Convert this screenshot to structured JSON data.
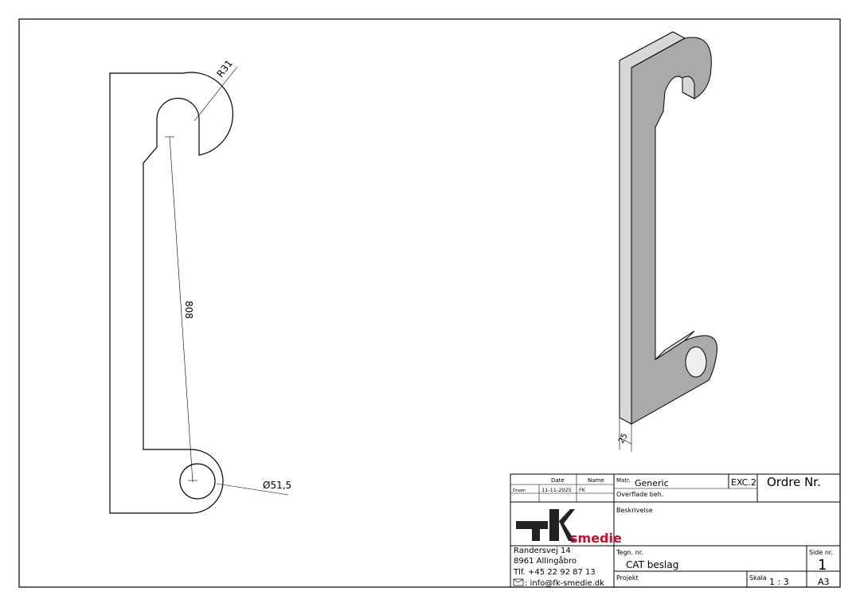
{
  "drawing": {
    "dimensions": {
      "radius": "R31",
      "length": "808",
      "diameter": "Ø51,5",
      "thickness": "25"
    }
  },
  "title_block": {
    "date_header": "Date",
    "name_header": "Name",
    "drawn_label": "Drawn",
    "drawn_date": "11-11-2025",
    "drawn_name": "FK",
    "material_label": "Matr.",
    "material_value": "Generic",
    "execution_class": "EXC.2",
    "order_label": "Ordre Nr.",
    "surface_label": "Overflade beh.",
    "description_label": "Beskrivelse",
    "logo_text": "fk smedie",
    "address_line1": "Randersvej 14",
    "address_line2": "8961 Allingåbro",
    "phone": "Tlf. +45 22 92 87 13",
    "email": ": info@fk-smedie.dk",
    "drawing_no_label": "Tegn. nr.",
    "drawing_no_value": "CAT beslag",
    "page_label": "Side nr.",
    "page_value": "1",
    "project_label": "Projekt",
    "scale_label": "Skala",
    "scale_value": "1 : 3",
    "paper_size": "A3"
  }
}
